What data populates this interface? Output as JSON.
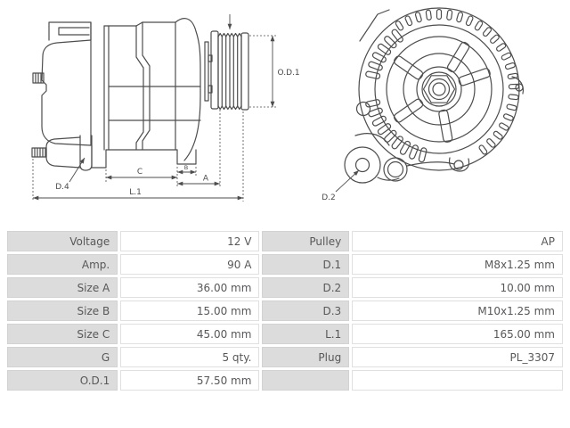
{
  "drawing": {
    "labels": {
      "od1": "O.D.1",
      "d4": "D.4",
      "c": "C",
      "b": "B",
      "a": "A",
      "l1": "L.1",
      "d2": "D.2"
    }
  },
  "specs": {
    "left": [
      {
        "label": "Voltage",
        "value": "12 V"
      },
      {
        "label": "Amp.",
        "value": "90 A"
      },
      {
        "label": "Size A",
        "value": "36.00 mm"
      },
      {
        "label": "Size B",
        "value": "15.00 mm"
      },
      {
        "label": "Size C",
        "value": "45.00 mm"
      },
      {
        "label": "G",
        "value": "5 qty."
      },
      {
        "label": "O.D.1",
        "value": "57.50 mm"
      }
    ],
    "right": [
      {
        "label": "Pulley",
        "value": "AP"
      },
      {
        "label": "D.1",
        "value": "M8x1.25 mm"
      },
      {
        "label": "D.2",
        "value": "10.00 mm"
      },
      {
        "label": "D.3",
        "value": "M10x1.25 mm"
      },
      {
        "label": "L.1",
        "value": "165.00 mm"
      },
      {
        "label": "Plug",
        "value": "PL_3307"
      },
      {
        "label": "",
        "value": ""
      }
    ]
  },
  "colors": {
    "line": "#4d4d4d",
    "label_cell_bg": "#dcdcdc",
    "value_cell_bg": "#ffffff",
    "text": "#58585a"
  }
}
